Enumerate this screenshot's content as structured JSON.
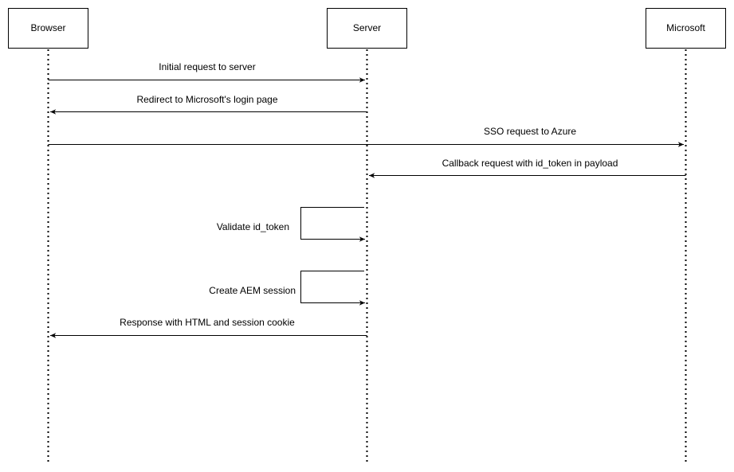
{
  "participants": [
    {
      "id": "browser",
      "label": "Browser"
    },
    {
      "id": "server",
      "label": "Server"
    },
    {
      "id": "microsoft",
      "label": "Microsoft"
    }
  ],
  "messages": [
    {
      "from": "browser",
      "to": "server",
      "label": "Initial request to server"
    },
    {
      "from": "server",
      "to": "browser",
      "label": "Redirect to Microsoft's login page"
    },
    {
      "from": "browser",
      "to": "microsoft",
      "label": "SSO request to Azure"
    },
    {
      "from": "microsoft",
      "to": "server",
      "label": "Callback request with id_token in payload"
    },
    {
      "from": "server",
      "to": "server",
      "label": "Validate id_token"
    },
    {
      "from": "server",
      "to": "server",
      "label": "Create AEM session"
    },
    {
      "from": "server",
      "to": "browser",
      "label": "Response with HTML and session cookie"
    }
  ],
  "colors": {
    "line": "#000000",
    "box_fill": "#ffffff",
    "text": "#000000"
  }
}
